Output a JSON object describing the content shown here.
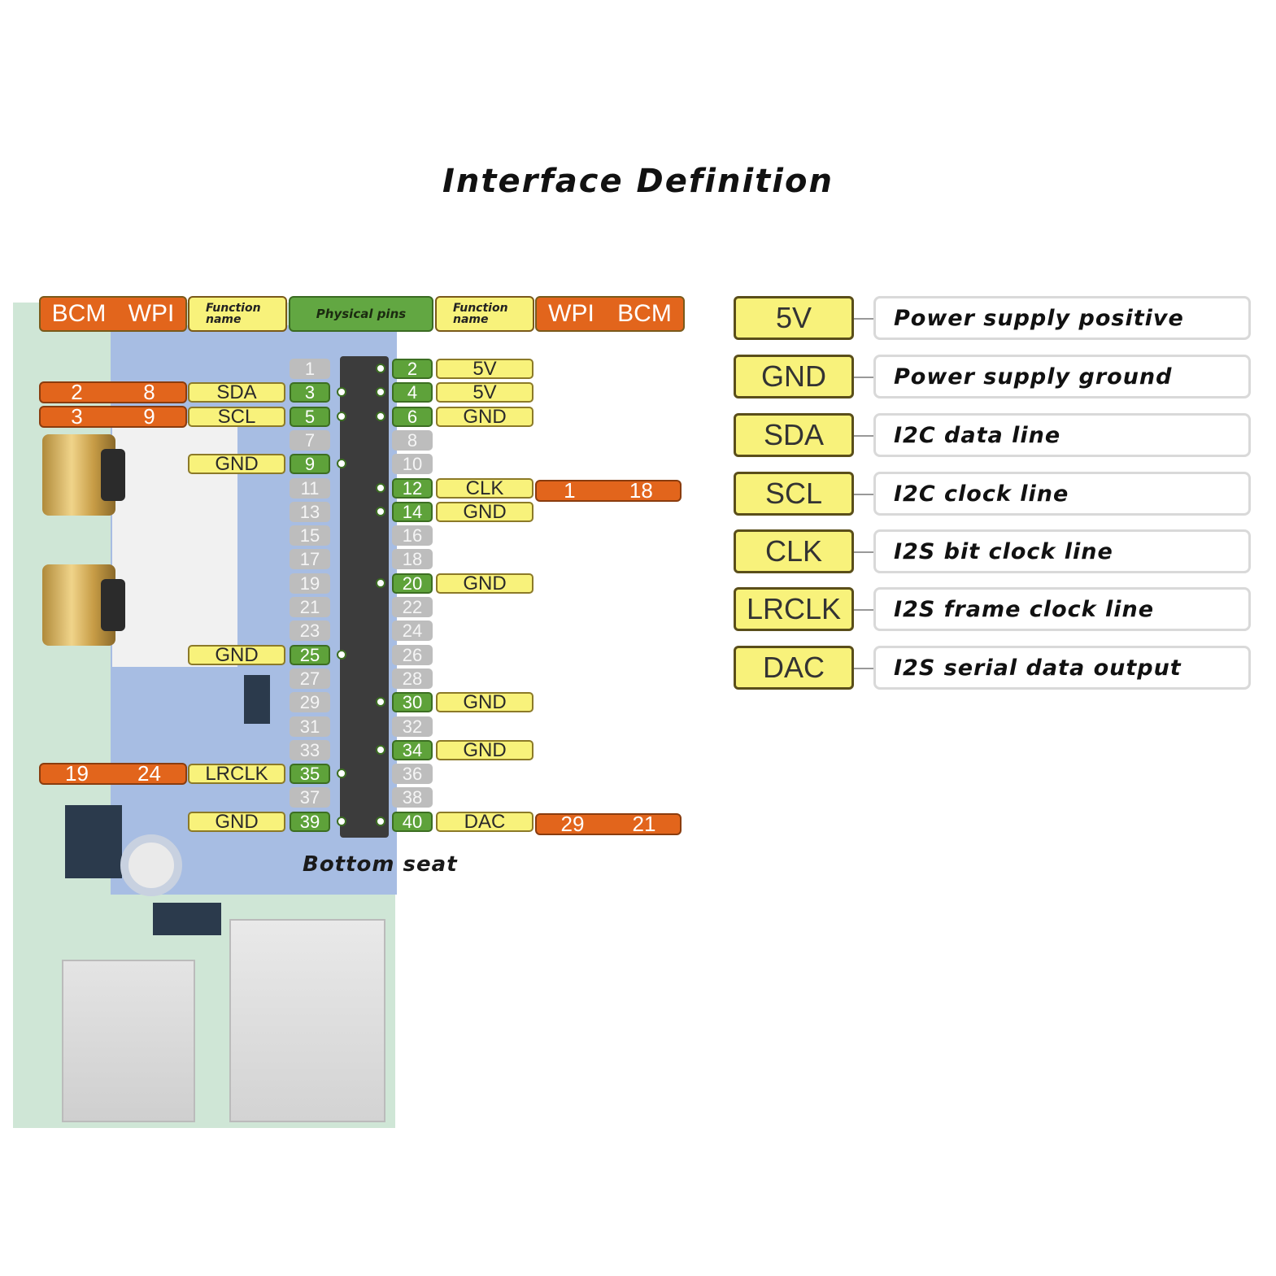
{
  "title": "Interface Definition",
  "header": {
    "left_bcm": "BCM",
    "left_wpi": "WPI",
    "left_function_line1": "Function",
    "left_function_line2": "name",
    "physical": "Physical pins",
    "right_function_line1": "Function",
    "right_function_line2": "name",
    "right_wpi": "WPI",
    "right_bcm": "BCM"
  },
  "pins": {
    "left": [
      "1",
      "3",
      "5",
      "7",
      "9",
      "11",
      "13",
      "15",
      "17",
      "19",
      "21",
      "23",
      "25",
      "27",
      "29",
      "31",
      "33",
      "35",
      "37",
      "39"
    ],
    "right": [
      "2",
      "4",
      "6",
      "8",
      "10",
      "12",
      "14",
      "16",
      "18",
      "20",
      "22",
      "24",
      "26",
      "28",
      "30",
      "32",
      "34",
      "36",
      "38",
      "40"
    ],
    "left_used": [
      "3",
      "5",
      "9",
      "25",
      "35",
      "39"
    ],
    "right_used": [
      "2",
      "4",
      "6",
      "12",
      "14",
      "20",
      "30",
      "34",
      "40"
    ]
  },
  "left_functions": [
    {
      "pin": "3",
      "name": "SDA",
      "bcm": "2",
      "wpi": "8"
    },
    {
      "pin": "5",
      "name": "SCL",
      "bcm": "3",
      "wpi": "9"
    },
    {
      "pin": "9",
      "name": "GND"
    },
    {
      "pin": "25",
      "name": "GND"
    },
    {
      "pin": "35",
      "name": "LRCLK",
      "bcm": "19",
      "wpi": "24"
    },
    {
      "pin": "39",
      "name": "GND"
    }
  ],
  "right_functions": [
    {
      "pin": "2",
      "name": "5V"
    },
    {
      "pin": "4",
      "name": "5V"
    },
    {
      "pin": "6",
      "name": "GND"
    },
    {
      "pin": "12",
      "name": "CLK",
      "wpi": "1",
      "bcm": "18"
    },
    {
      "pin": "14",
      "name": "GND"
    },
    {
      "pin": "20",
      "name": "GND"
    },
    {
      "pin": "30",
      "name": "GND"
    },
    {
      "pin": "34",
      "name": "GND"
    },
    {
      "pin": "40",
      "name": "DAC",
      "wpi": "29",
      "bcm": "21"
    }
  ],
  "bottom_label": "Bottom seat",
  "legend": [
    {
      "key": "5V",
      "desc": "Power supply positive"
    },
    {
      "key": "GND",
      "desc": "Power supply ground"
    },
    {
      "key": "SDA",
      "desc": "I2C data line"
    },
    {
      "key": "SCL",
      "desc": "I2C clock line"
    },
    {
      "key": "CLK",
      "desc": "I2S bit clock line"
    },
    {
      "key": "LRCLK",
      "desc": "I2S frame clock line"
    },
    {
      "key": "DAC",
      "desc": "I2S serial data output"
    }
  ],
  "colors": {
    "orange": "#e2651c",
    "yellow": "#f8f27b",
    "green": "#5ea23a",
    "grey": "#bdbdbd"
  }
}
